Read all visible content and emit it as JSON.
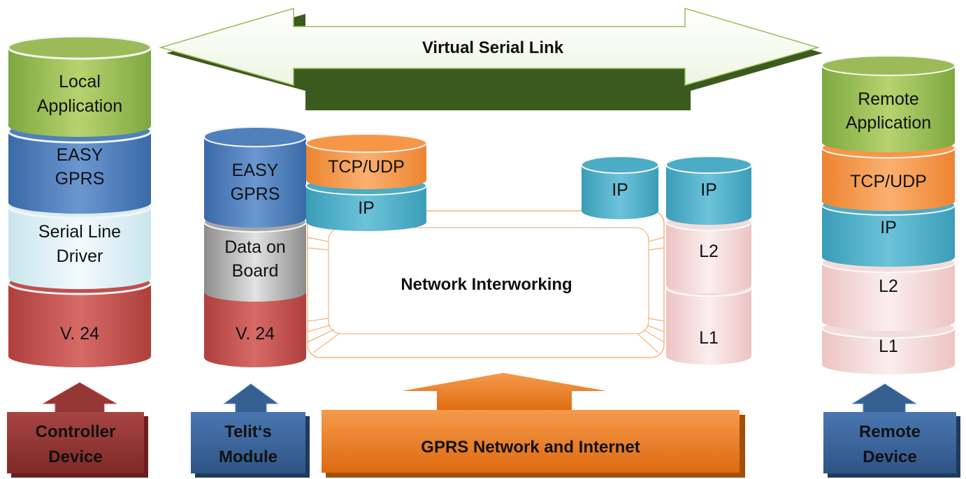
{
  "virtual_link": {
    "label": "Virtual Serial Link"
  },
  "network": {
    "label": "Network Interworking"
  },
  "stacks": {
    "controller": {
      "local_application": [
        "Local",
        "Application"
      ],
      "easy_gprs": [
        "EASY",
        "GPRS"
      ],
      "serial_driver": [
        "Serial Line",
        "Driver"
      ],
      "v24": "V. 24"
    },
    "module": {
      "easy_gprs": [
        "EASY",
        "GPRS"
      ],
      "data_on_board": [
        "Data on",
        "Board"
      ],
      "v24": "V. 24",
      "tcp_udp": "TCP/UDP",
      "ip": "IP"
    },
    "router": {
      "ip_left": "IP",
      "ip_right": "IP",
      "l2": "L2",
      "l1": "L1"
    },
    "remote": {
      "remote_application": [
        "Remote",
        "Application"
      ],
      "tcp_udp": "TCP/UDP",
      "ip": "IP",
      "l2": "L2",
      "l1": "L1"
    }
  },
  "devices": {
    "controller": [
      "Controller",
      "Device"
    ],
    "module": [
      "Telit‘s",
      "Module"
    ],
    "network": "GPRS Network and Internet",
    "remote": [
      "Remote",
      "Device"
    ]
  },
  "colors": {
    "green": "#9bbb59",
    "blue": "#4f81bd",
    "light_cyan": "#daeef3",
    "red": "#c0504d",
    "gray": "#a6a6a6",
    "orange": "#f79646",
    "teal": "#4bacc6",
    "pink": "#f2dcdb",
    "dark_red_box": "#953735",
    "blue_box": "#376092",
    "orange_box": "#e46c0a"
  }
}
